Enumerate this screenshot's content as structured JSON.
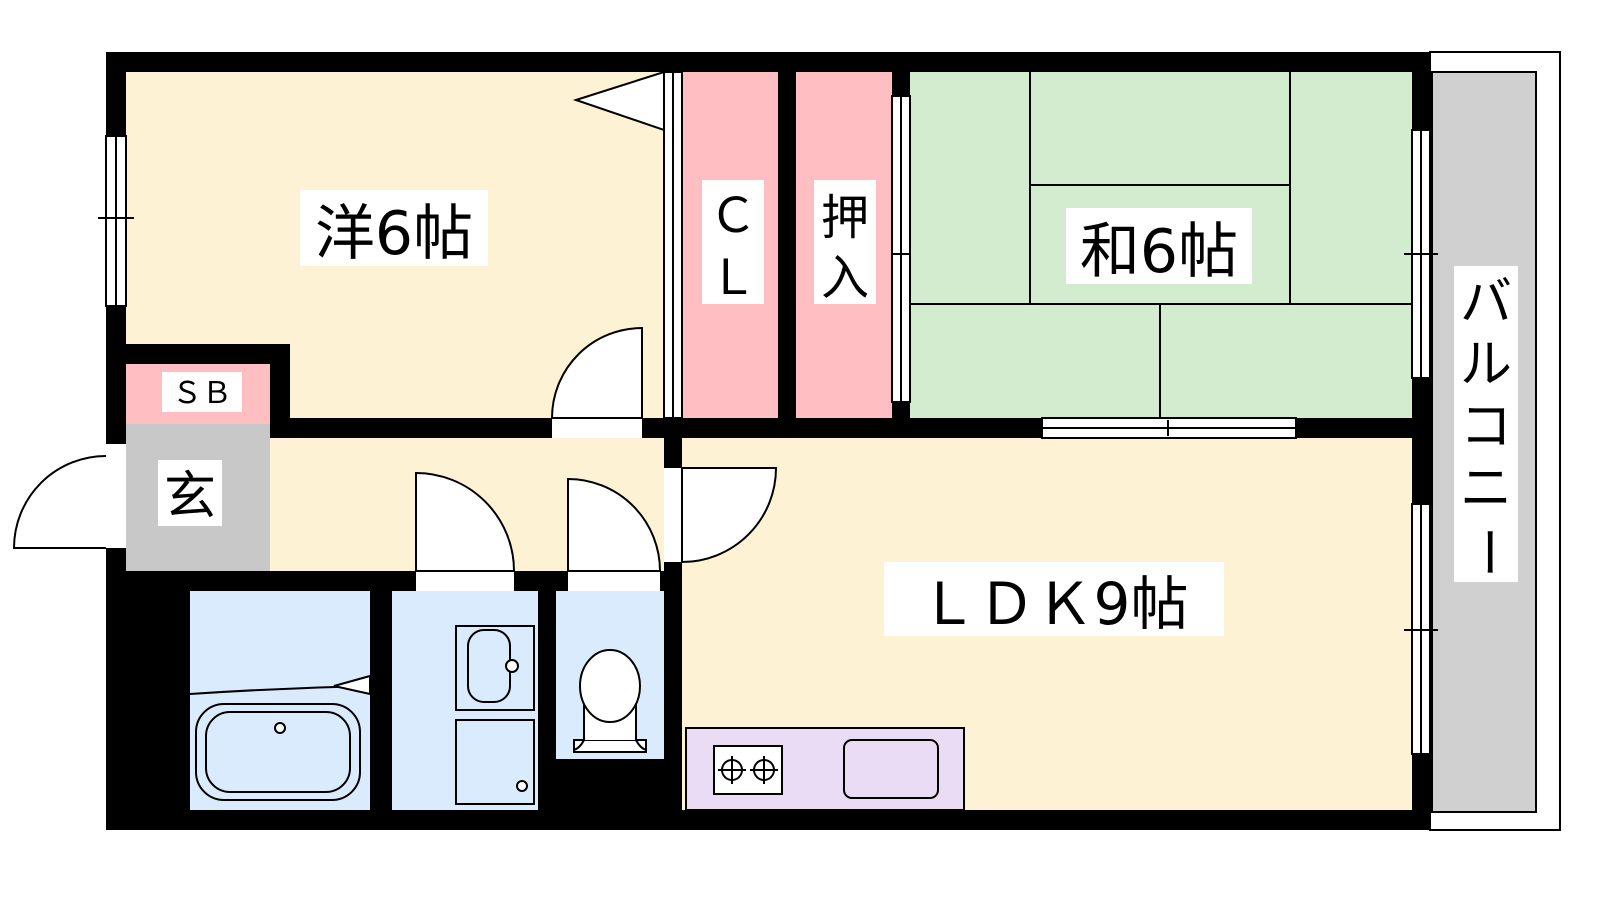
{
  "rooms": {
    "western": "洋6帖",
    "japanese": "和6帖",
    "ldk": "ＬＤＫ9帖",
    "closet_top": "Ｃ",
    "closet_bottom": "Ｌ",
    "oshiire_top": "押",
    "oshiire_bottom": "入",
    "shoebox": "ＳＢ",
    "entrance": "玄",
    "balcony_1": "バ",
    "balcony_2": "ル",
    "balcony_3": "コ",
    "balcony_4": "ニ",
    "balcony_5": "ー"
  },
  "colors": {
    "floor_wood": "#FDF2D4",
    "tatami": "#D3EBCF",
    "storage": "#FFBFC2",
    "wet_area": "#DAEBFD",
    "entrance": "#C8C8C8",
    "balcony": "#D0D0D0",
    "kitchen": "#EADCF5",
    "wall": "#000000"
  }
}
